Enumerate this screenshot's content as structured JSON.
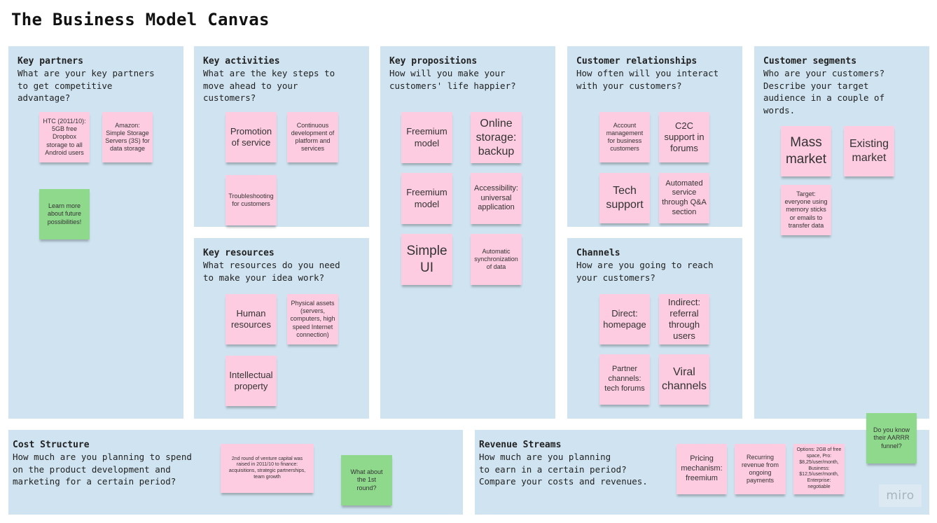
{
  "title": "The Business Model Canvas",
  "sections": {
    "key_partners": {
      "heading": "Key partners",
      "question": "What are your key partners\nto get competitive\nadvantage?"
    },
    "key_activities": {
      "heading": "Key activities",
      "question": "What are the key steps to\nmove ahead to your\ncustomers?"
    },
    "key_propositions": {
      "heading": "Key propositions",
      "question": "How will you make your\ncustomers' life happier?"
    },
    "customer_relationships": {
      "heading": "Customer relationships",
      "question": "How often will you interact\nwith your customers?"
    },
    "customer_segments": {
      "heading": "Customer segments",
      "question": "Who are your customers?\nDescribe your target\naudience in a couple of\nwords."
    },
    "key_resources": {
      "heading": "Key resources",
      "question": "What resources do you need\nto make your idea work?"
    },
    "channels": {
      "heading": "Channels",
      "question": "How are you going to reach\nyour customers?"
    },
    "cost_structure": {
      "heading": "Cost Structure",
      "question": "How much are you planning to spend\non the product development and\nmarketing for a certain period?"
    },
    "revenue_streams": {
      "heading": "Revenue Streams",
      "question": "How much are you planning\nto earn in a certain period?\nCompare your costs and revenues."
    }
  },
  "notes": {
    "partners_htc": "HTC (2011/10): 5GB free Dropbox storage to all Android users",
    "partners_amazon": "Amazon: Simple Storage Servers (3S) for data storage",
    "partners_learn": "Learn more about future possibilities!",
    "activities_promotion": "Promotion of service",
    "activities_continuous": "Continuous development of platform and services",
    "activities_troubleshooting": "Troubleshooting for customers",
    "prop_freemium_1": "Freemium model",
    "prop_online_storage": "Online storage: backup",
    "prop_freemium_2": "Freemium model",
    "prop_accessibility": "Accessibility: universal application",
    "prop_simple_ui": "Simple UI",
    "prop_auto_sync": "Automatic synchronization of data",
    "rel_account": "Account management for business customers",
    "rel_c2c": "C2C support in forums",
    "rel_tech": "Tech support",
    "rel_automated": "Automated service through Q&A section",
    "seg_mass": "Mass market",
    "seg_existing": "Existing market",
    "seg_target": "Target: everyone using memory sticks or emails to transfer data",
    "res_human": "Human resources",
    "res_physical": "Physical assets (servers, computers, high speed Internet connection)",
    "res_intellectual": "Intellectual property",
    "ch_direct": "Direct: homepage",
    "ch_indirect": "Indirect: referral through users",
    "ch_partner": "Partner channels: tech forums",
    "ch_viral": "Viral channels",
    "cost_vc": "2nd round of venture capital was raised in 2011/10 to finance: acquisitions, strategic partnerships, team growth",
    "cost_1st_round": "What about the 1st round?",
    "rev_pricing": "Pricing mechanism: freemium",
    "rev_recurring": "Recurring revenue from ongoing payments",
    "rev_options": "Options: 2GB of free space, Pro: $8,25/user/month, Business: $12,5/user/month, Enterprise: negotiable",
    "rev_aarrr": "Do you know their AARRR funnel?"
  },
  "watermark": "miro",
  "colors": {
    "section_bg": "#cfe3f0",
    "pink_note": "#fdcce0",
    "green_note": "#8fd98c"
  }
}
